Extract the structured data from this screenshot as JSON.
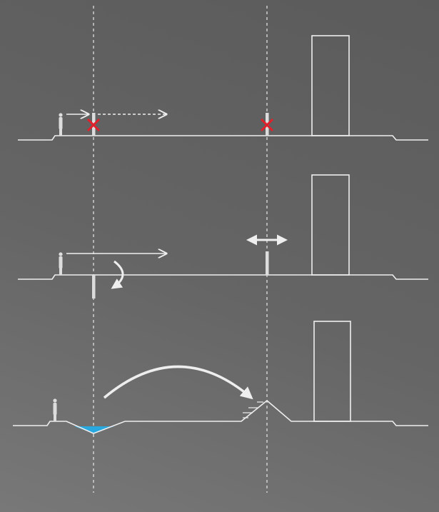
{
  "colors": {
    "line": "#eeeeee",
    "barrier": "#dcdcdc",
    "blocked_mark": "#e0202a",
    "water": "#29a8e0",
    "guide": "#e8e8e8"
  },
  "panels": [
    {
      "scenario": "blocked",
      "barriers_blocked": 2
    },
    {
      "scenario": "movable-barriers"
    },
    {
      "scenario": "ditch-and-berm"
    }
  ]
}
